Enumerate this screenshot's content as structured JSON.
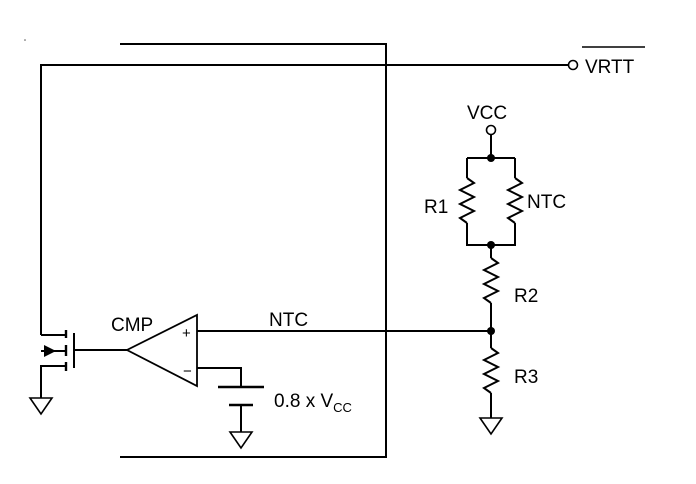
{
  "labels": {
    "vrtt": "VRTT",
    "vcc": "VCC",
    "r1": "R1",
    "ntc_resistor": "NTC",
    "r2": "R2",
    "r3": "R3",
    "cmp": "CMP",
    "plus": "+",
    "minus": "−",
    "ntc_node": "NTC",
    "ref_main": "0.8 x V",
    "ref_sub": "CC"
  }
}
